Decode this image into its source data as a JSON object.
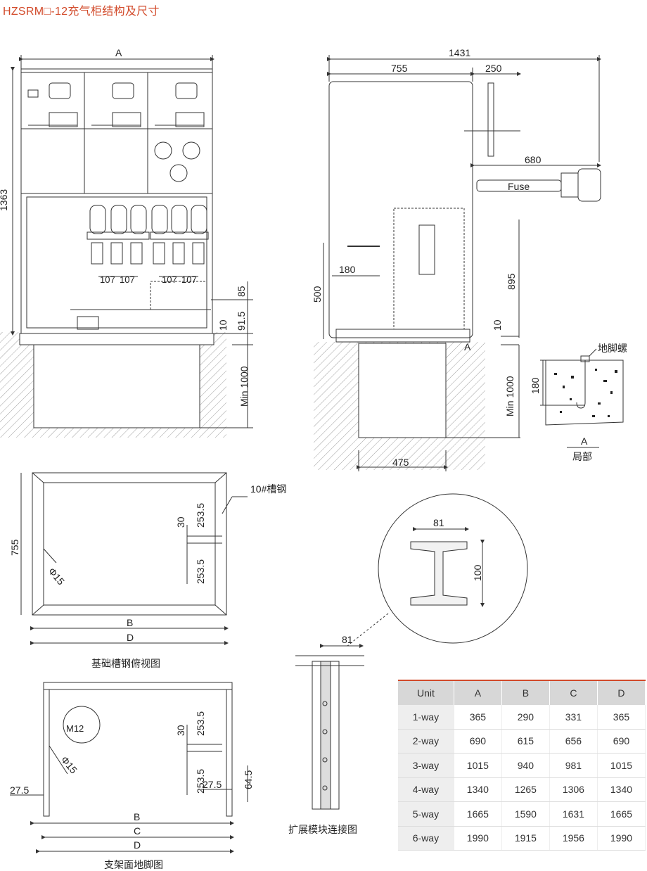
{
  "title": "HZSRM□-12充气柜结构及尺寸",
  "front_view": {
    "width_label": "A",
    "height_label": "1363",
    "spacing_labels": [
      "107",
      "107",
      "107",
      "107"
    ],
    "right_dims": [
      "85",
      "91.5",
      "10",
      "Min 1000"
    ]
  },
  "side_view": {
    "dims_top": [
      "1431",
      "755",
      "250"
    ],
    "dim_680": "680",
    "fuse_label": "Fuse",
    "dim_180": "180",
    "dim_500": "500",
    "dim_895": "895",
    "dim_10": "10",
    "dim_min1000": "Min 1000",
    "dim_475": "475",
    "callout_a": "A"
  },
  "detail_a": {
    "callout": "地脚螺",
    "dim_180": "180",
    "label_a": "A",
    "caption": "局部"
  },
  "foundation_view": {
    "channel_label": "10#槽钢",
    "dims": [
      "253.5",
      "30",
      "253.5",
      "755",
      "Φ15",
      "B",
      "D"
    ],
    "caption": "基础槽钢俯视图"
  },
  "ibeam_detail": {
    "width": "81",
    "height": "100"
  },
  "extension_view": {
    "dim_81": "81",
    "caption": "扩展模块连接图"
  },
  "bracket_view": {
    "dims": [
      "M12",
      "30",
      "253.5",
      "253.5",
      "Φ15",
      "27.5",
      "27.5",
      "64.5",
      "B",
      "C",
      "D"
    ],
    "caption": "支架面地脚图"
  },
  "dimension_table": {
    "headers": [
      "Unit",
      "A",
      "B",
      "C",
      "D"
    ],
    "rows": [
      [
        "1-way",
        "365",
        "290",
        "331",
        "365"
      ],
      [
        "2-way",
        "690",
        "615",
        "656",
        "690"
      ],
      [
        "3-way",
        "1015",
        "940",
        "981",
        "1015"
      ],
      [
        "4-way",
        "1340",
        "1265",
        "1306",
        "1340"
      ],
      [
        "5-way",
        "1665",
        "1590",
        "1631",
        "1665"
      ],
      [
        "6-way",
        "1990",
        "1915",
        "1956",
        "1990"
      ]
    ]
  }
}
